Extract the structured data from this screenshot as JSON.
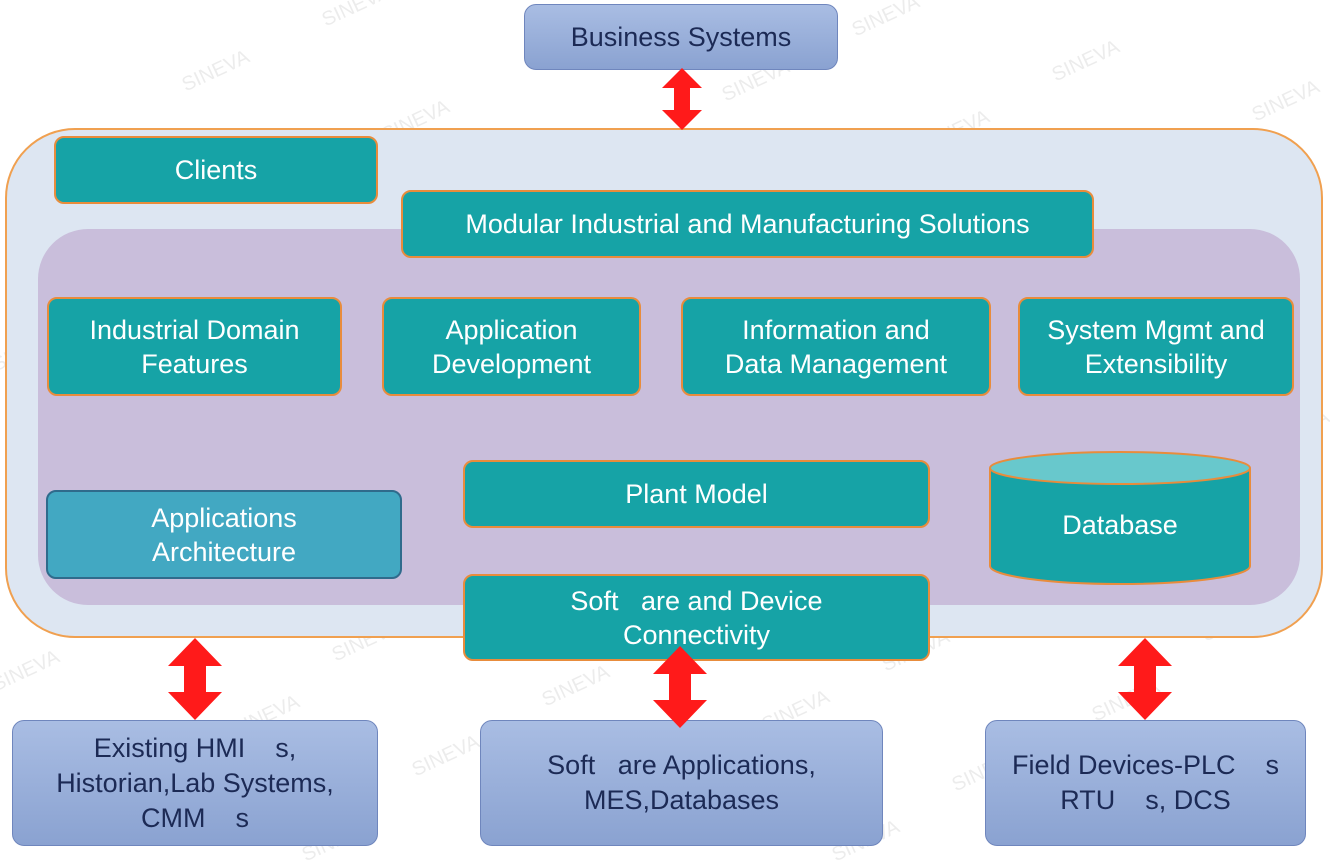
{
  "top_box": {
    "label": "Business Systems"
  },
  "clients": {
    "label": "Clients"
  },
  "modular": {
    "label": "Modular Industrial and Manufacturing Solutions"
  },
  "features": [
    {
      "label": "Industrial Domain\nFeatures"
    },
    {
      "label": "Application\nDevelopment"
    },
    {
      "label": "Information and\nData Management"
    },
    {
      "label": "System Mgmt and\nExtensibility"
    }
  ],
  "apps_arch": {
    "label": "Applications\nArchitecture"
  },
  "plant_model": {
    "label": "Plant Model"
  },
  "database": {
    "label": "Database"
  },
  "connectivity": {
    "label": "Soft   are and Device\nConnectivity"
  },
  "bottom_boxes": [
    {
      "label": "Existing HMI    s,\nHistorian,Lab Systems,\nCMM    s"
    },
    {
      "label": "Soft   are Applications,\nMES,Databases"
    },
    {
      "label": "Field Devices-PLC    s\nRTU    s, DCS"
    }
  ],
  "watermark": "SINEVA",
  "colors": {
    "teal": "#16a3a6",
    "orange_border": "#e88c3c",
    "outer_fill": "#dde6f2",
    "inner_fill": "#c9bedb",
    "arrow": "#ff1a1a",
    "blue_gray_box": "#9db1dc"
  }
}
